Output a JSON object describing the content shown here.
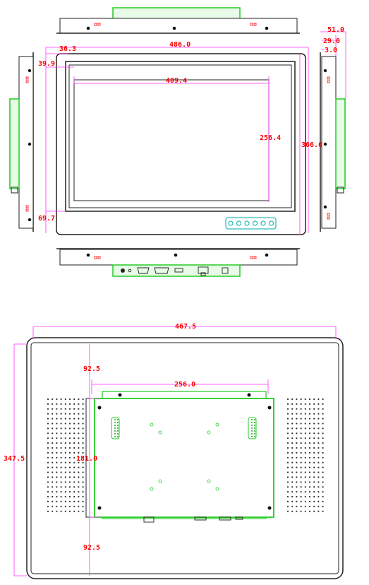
{
  "colors": {
    "outline": "#222222",
    "dimension_line": "#ff33ff",
    "dimension_text": "#ff0000",
    "bracket": "#22cc22",
    "bracket_fill": "#e8fbe8",
    "buttons": "#00aaaa",
    "holes": "#ff0000",
    "screw": "#111111",
    "vent": "#333333"
  },
  "front_view": {
    "dims": {
      "overall_width": "486.0",
      "active_width": "409.4",
      "overall_height": "366.0",
      "active_height": "256.4",
      "bezel_left": "36.3",
      "bezel_top": "39.9",
      "bezel_bottom": "69.7"
    },
    "button_count": 6
  },
  "side_view": {
    "dims": {
      "depth": "51.0",
      "frame": "29.0",
      "lip": "3.0"
    }
  },
  "rear_view": {
    "dims": {
      "overall_width": "467.5",
      "overall_height": "347.5",
      "bracket_width": "256.0",
      "bracket_height": "181.0",
      "margin_top": "92.5",
      "margin_bottom": "92.5"
    }
  }
}
